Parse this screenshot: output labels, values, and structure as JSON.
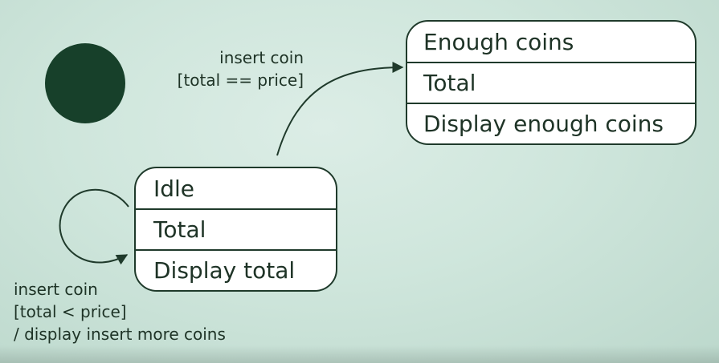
{
  "diagram": {
    "states": [
      {
        "id": "enough",
        "name": "Enough coins",
        "variable": "Total",
        "action": "Display enough coins"
      },
      {
        "id": "idle",
        "name": "Idle",
        "variable": "Total",
        "action": "Display total"
      }
    ],
    "transitions": {
      "idle_to_enough": {
        "event": "insert coin",
        "guard": "[total == price]"
      },
      "idle_self_loop": {
        "event": "insert coin",
        "guard": "[total < price]",
        "action": "/ display insert more coins"
      }
    },
    "colors": {
      "initial_state": "#17402a",
      "stroke": "#1f3a2b",
      "background": "#cfe6dc",
      "state_fill": "#ffffff"
    }
  }
}
